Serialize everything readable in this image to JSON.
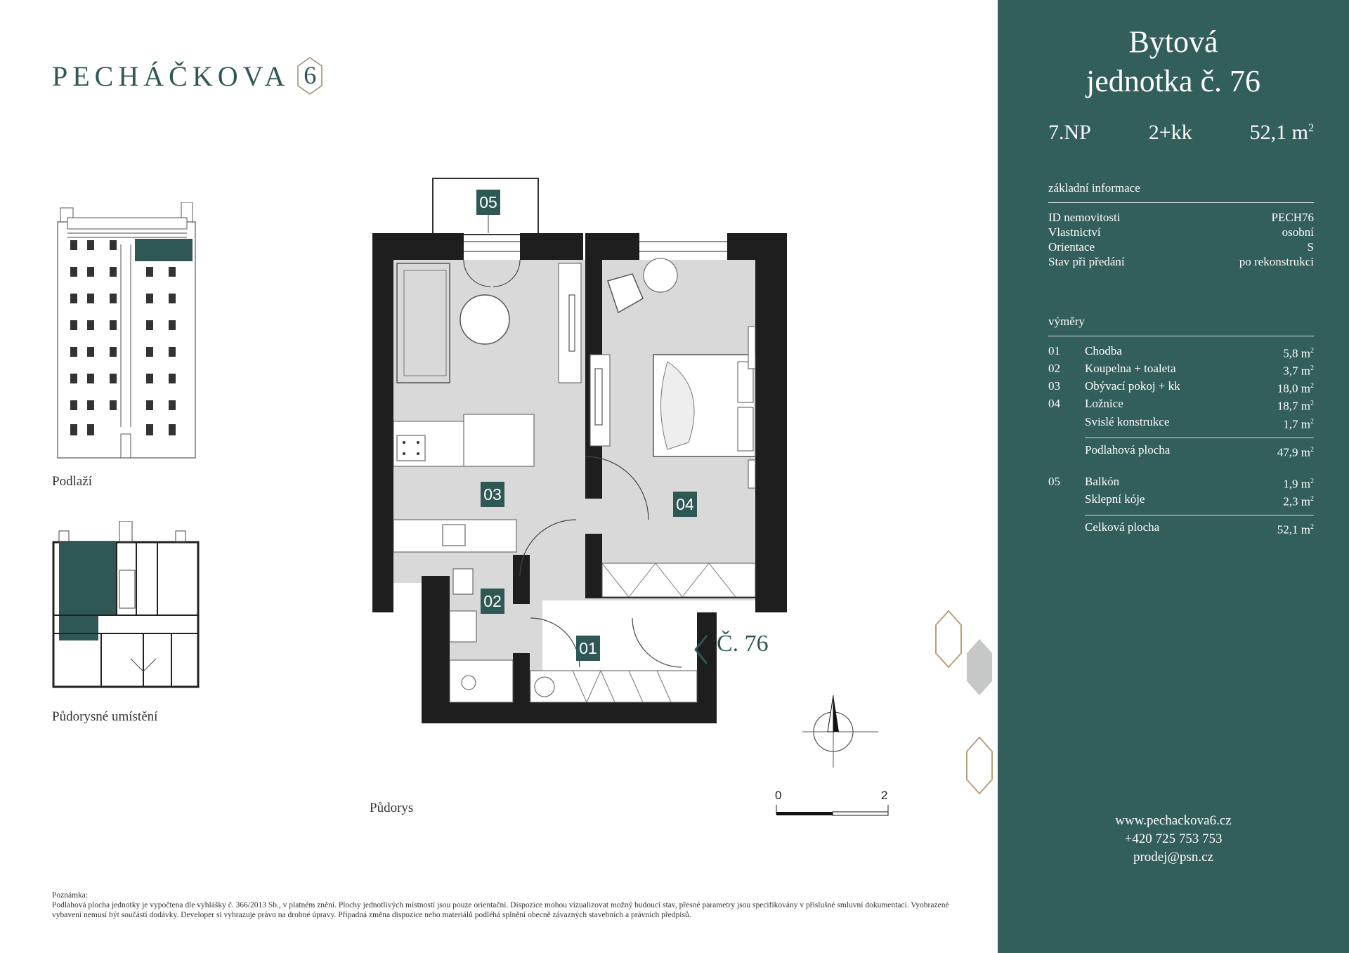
{
  "logo": {
    "word": "PECHÁČKOVA",
    "number": "6"
  },
  "thumbnails": {
    "floor_caption": "Podlaží",
    "position_caption": "Půdorysné umístění"
  },
  "plan": {
    "caption": "Půdorys",
    "unit_tag": "Č. 76",
    "rooms": {
      "r01": "01",
      "r02": "02",
      "r03": "03",
      "r04": "04",
      "r05": "05"
    },
    "scale": {
      "start": "0",
      "end": "2"
    }
  },
  "panel": {
    "title_line1": "Bytová",
    "title_line2": "jednotka č. 76",
    "floor": "7.NP",
    "layout": "2+kk",
    "area": "52,1 m",
    "area_unit_sup": "2",
    "basic_info_head": "základní informace",
    "basic_info": [
      {
        "label": "ID nemovitosti",
        "value": "PECH76"
      },
      {
        "label": "Vlastnictví",
        "value": "osobní"
      },
      {
        "label": "Orientace",
        "value": "S"
      },
      {
        "label": "Stav při předání",
        "value": "po rekonstrukci"
      }
    ],
    "areas_head": "výměry",
    "areas": [
      {
        "num": "01",
        "label": "Chodba",
        "value": "5,8 m",
        "sup": "2"
      },
      {
        "num": "02",
        "label": "Koupelna + toaleta",
        "value": "3,7 m",
        "sup": "2"
      },
      {
        "num": "03",
        "label": "Obývací pokoj + kk",
        "value": "18,0 m",
        "sup": "2"
      },
      {
        "num": "04",
        "label": "Ložnice",
        "value": "18,7 m",
        "sup": "2"
      },
      {
        "num": "",
        "label": "Svislé konstrukce",
        "value": "1,7 m",
        "sup": "2"
      }
    ],
    "floor_area": {
      "label": "Podlahová plocha",
      "value": "47,9 m",
      "sup": "2"
    },
    "extras": [
      {
        "num": "05",
        "label": "Balkón",
        "value": "1,9 m",
        "sup": "2"
      },
      {
        "num": "",
        "label": "Sklepní kóje",
        "value": "2,3 m",
        "sup": "2"
      }
    ],
    "total_area": {
      "label": "Celková plocha",
      "value": "52,1 m",
      "sup": "2"
    },
    "contacts": {
      "web": "www.pechackova6.cz",
      "phone": "+420 725 753 753",
      "email": "prodej@psn.cz"
    }
  },
  "note": {
    "title": "Poznámka:",
    "text": "Podlahová plocha jednotky je vypočtena dle vyhlášky č. 366/2013 Sb., v platném znění. Plochy jednotlivých místností jsou pouze orientační. Dispozice mohou vizualizovat možný budoucí stav, přesné parametry jsou specifikovány v příslušné smluvní dokumentaci. Vyobrazené vybavení nemusí být součástí dodávky. Developer si vyhrazuje právo na drobné úpravy. Případná změna dispozice nebo materiálů podléhá splnění obecně závazných stavebních a právních předpisů."
  },
  "colors": {
    "brand": "#2f5855",
    "panel": "#325e5b",
    "floor_grey": "#d9d9d9",
    "wall": "#1e1e1e"
  }
}
